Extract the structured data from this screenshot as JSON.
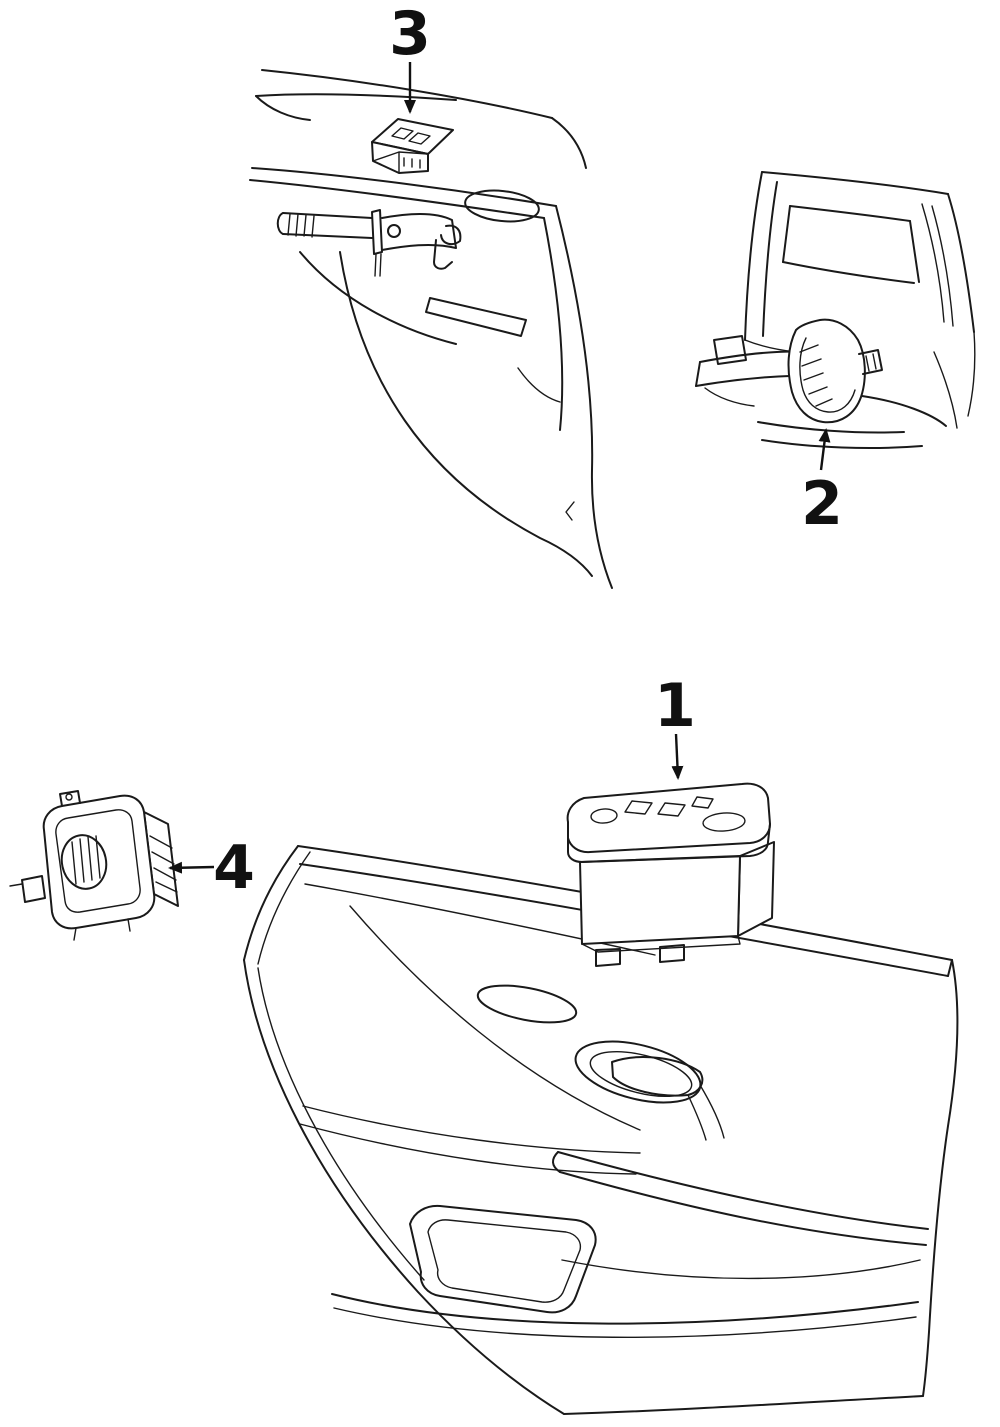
{
  "page": {
    "background": "#ffffff",
    "line_color": "#1a1a1a",
    "label_color": "#111111"
  },
  "callouts": {
    "item1": "1",
    "item2": "2",
    "item3": "3",
    "item4": "4"
  }
}
